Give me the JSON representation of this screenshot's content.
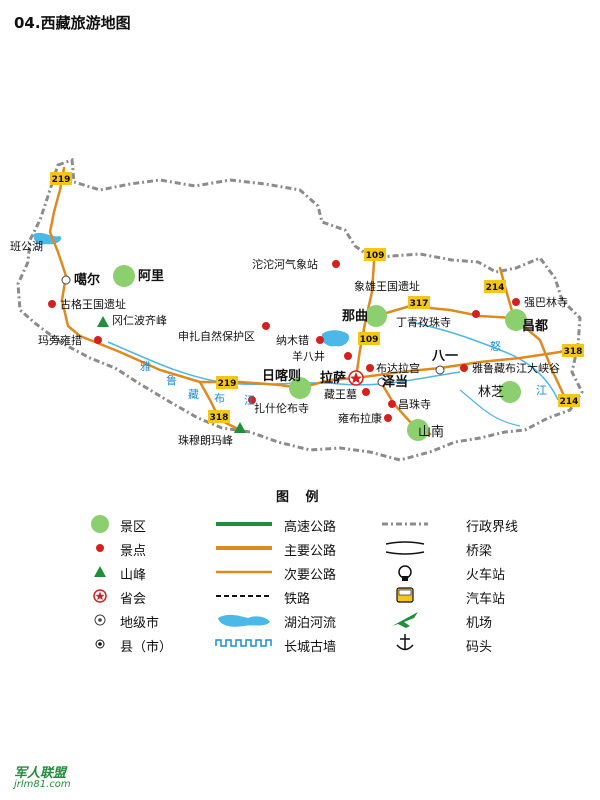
{
  "title": "04.西藏旅游地图",
  "roads": {
    "r219_top": "219",
    "r219_mid": "219",
    "r109_top": "109",
    "r109_bot": "109",
    "r317": "317",
    "r214_top": "214",
    "r214_bot": "214",
    "r318_right": "318",
    "r318_left": "318"
  },
  "places": {
    "bangong": "班公湖",
    "shiquanhe": "噶尔",
    "ali": "阿里",
    "guge": "古格王国遗址",
    "gangren": "冈仁波齐峰",
    "mapang": "玛旁雍措",
    "shenzha": "申扎自然保护区",
    "tuotuohe": "沱沱河气象站",
    "xiangxiong": "象雄王国遗址",
    "naqu": "那曲",
    "dingqing": "丁青孜珠寺",
    "qiangba": "强巴林寺",
    "changdu": "昌都",
    "namco": "纳木错",
    "yangbajing": "羊八井",
    "budala": "布达拉宫",
    "bayi": "八一",
    "yarlung_canyon": "雅鲁藏布江大峡谷",
    "rikaze": "日喀则",
    "lasa": "拉萨",
    "zedang": "泽当",
    "linzhi": "林芝",
    "zangwang": "藏王墓",
    "changzhu": "昌珠寺",
    "zhashi": "扎什伦布寺",
    "yongbulakang": "雍布拉康",
    "shannan": "山南",
    "qomolangma": "珠穆朗玛峰"
  },
  "rivers": {
    "ya": "雅",
    "lu": "鲁",
    "zang": "藏",
    "bu": "布",
    "jiang": "江",
    "nu": "怒",
    "jiang2": "江"
  },
  "legend": {
    "title": "图 例",
    "scenic_area": "景区",
    "scenic_spot": "景点",
    "peak": "山峰",
    "capital": "省会",
    "prefecture_city": "地级市",
    "county_city": "县（市）",
    "expressway": "高速公路",
    "main_road": "主要公路",
    "secondary_road": "次要公路",
    "railway": "铁路",
    "lake_river": "湖泊河流",
    "great_wall": "长城古墙",
    "admin_boundary": "行政界线",
    "bridge": "桥梁",
    "train_station": "火车站",
    "bus_station": "汽车站",
    "airport": "机场",
    "dock": "码头"
  },
  "colors": {
    "road": "#e08a1e",
    "boundary": "#8c8c8c",
    "scenic_area": "#8ccf6e",
    "spot": "#d62020",
    "peak": "#1f8f3a",
    "water": "#4cb8e8",
    "expressway": "#1f8f3a",
    "shield": "#f5c518"
  },
  "watermark": {
    "line1": "军人联盟",
    "line2": "jrlm81.com"
  }
}
